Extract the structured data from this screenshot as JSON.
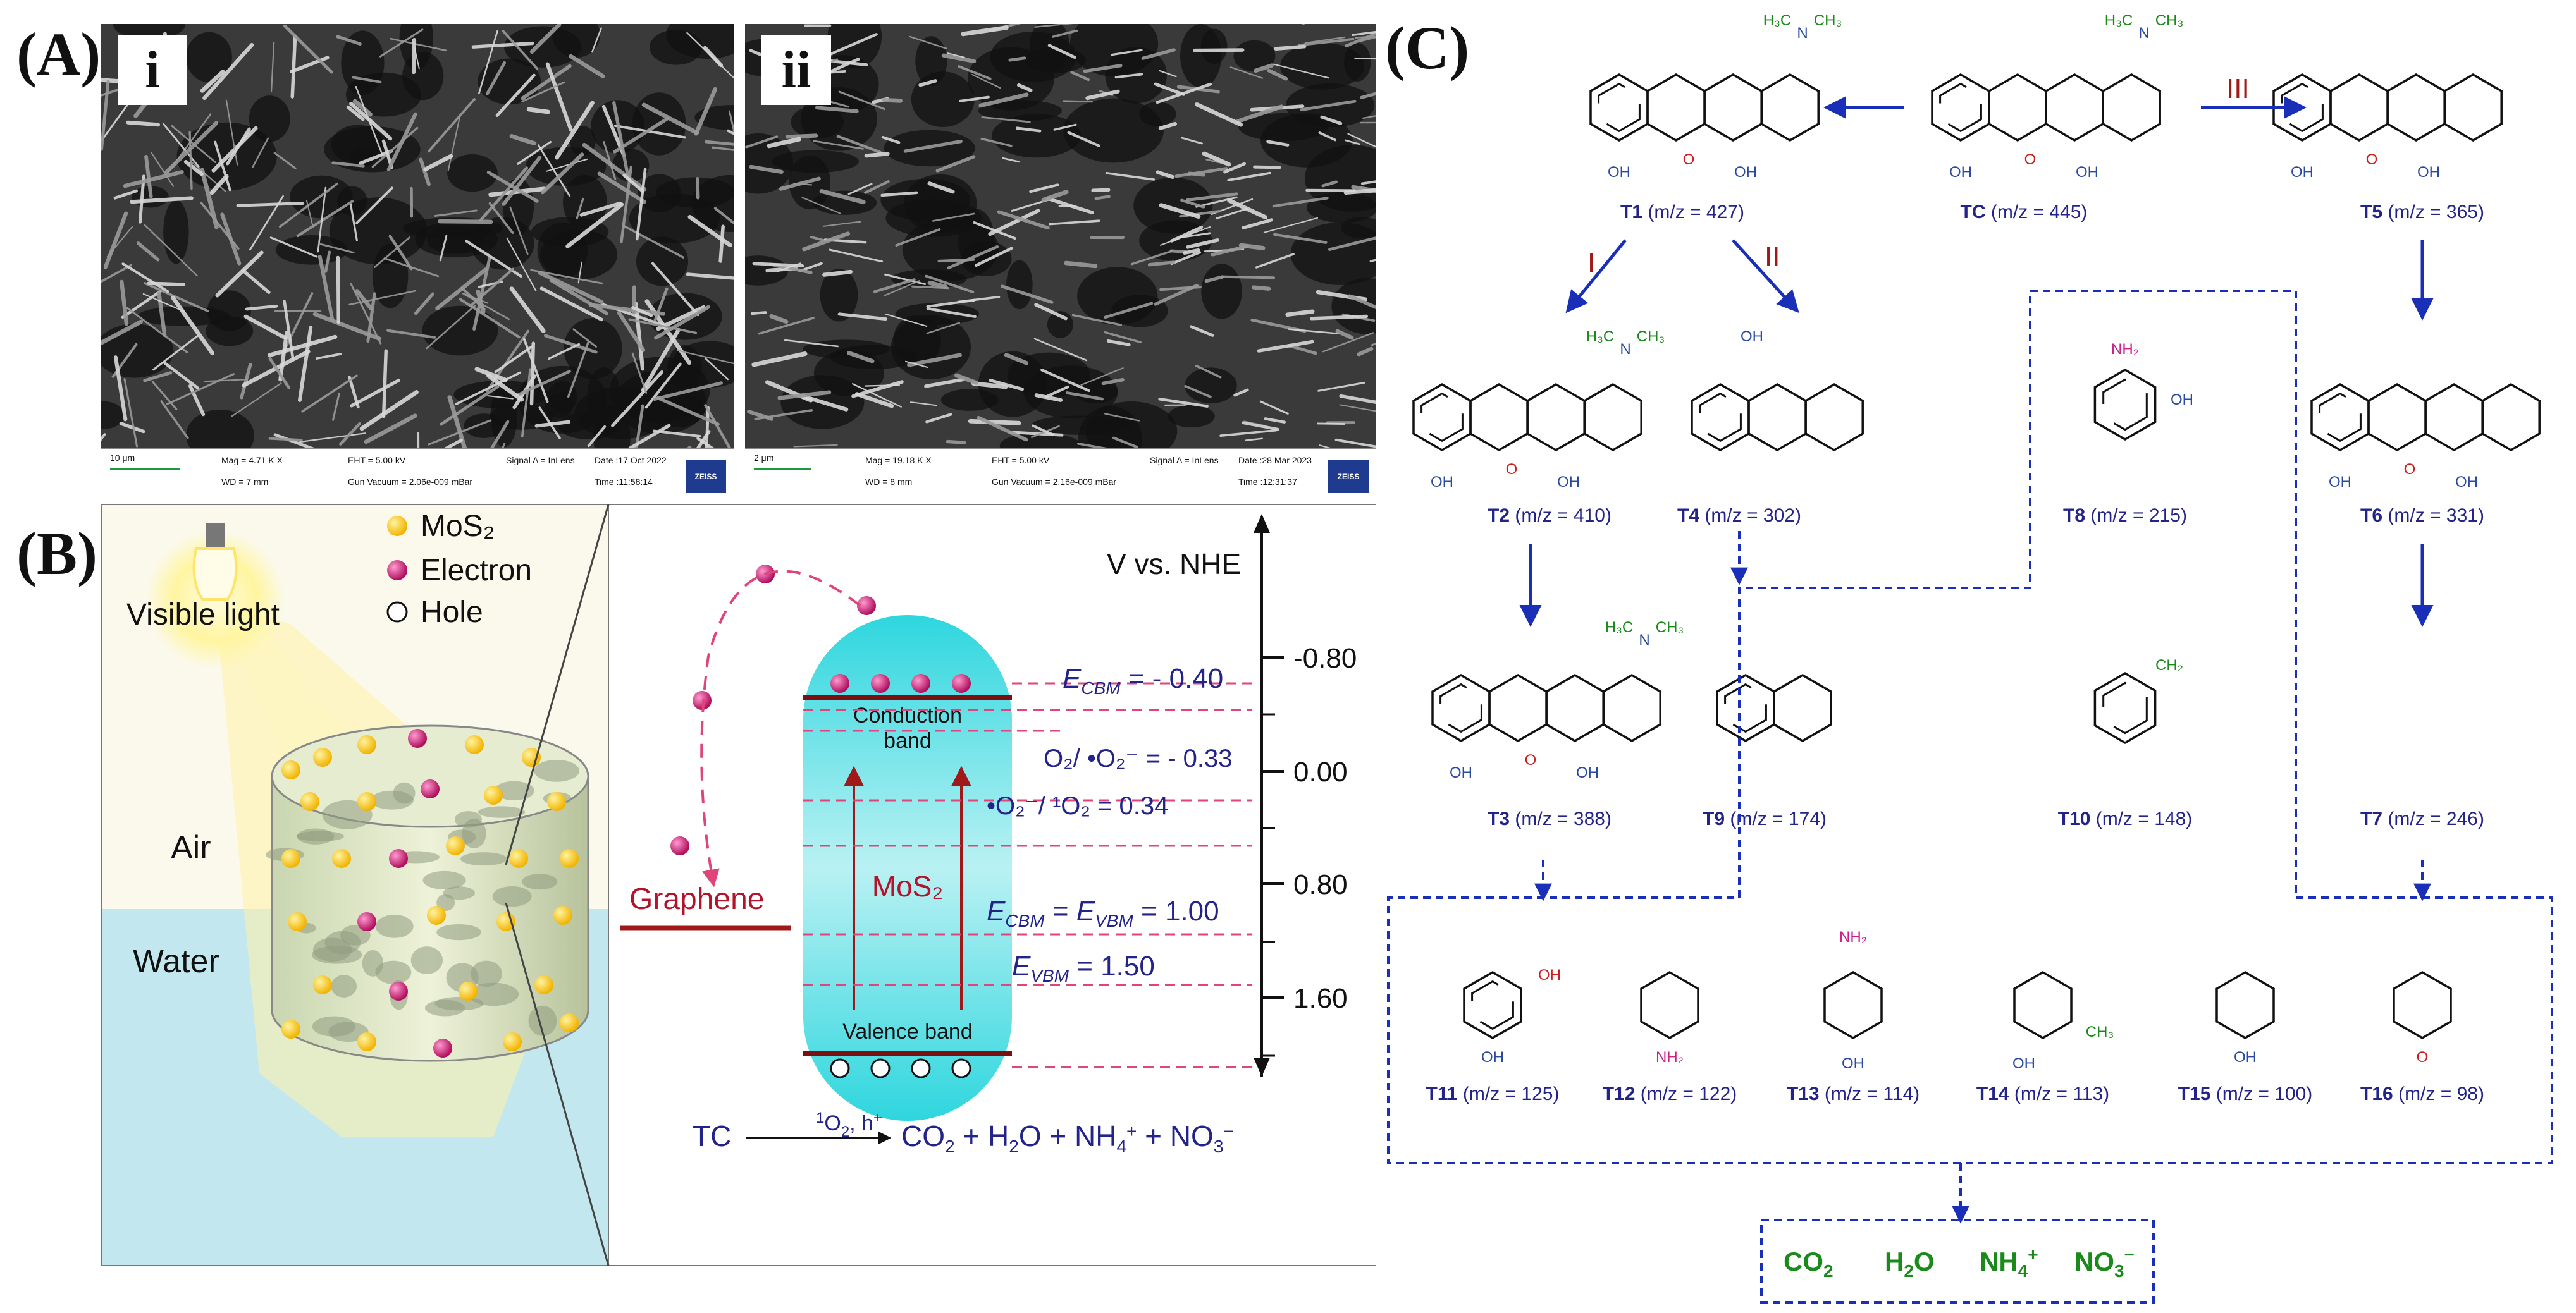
{
  "labels": {
    "a": "(A)",
    "b": "(B)",
    "c": "(C)"
  },
  "sem": [
    {
      "corner": "i",
      "scale": "10 μm",
      "mag": "Mag =   4.71 K X",
      "eht": "EHT =  5.00 kV",
      "wd": "WD =     7 mm",
      "signal": "Signal A = InLens",
      "gun": "Gun Vacuum = 2.06e-009 mBar",
      "date": "Date :17 Oct 2022",
      "time": "Time :11:58:14",
      "logo": "ZEISS"
    },
    {
      "corner": "ii",
      "scale": "2 μm",
      "mag": "Mag =  19.18 K X",
      "eht": "EHT =  5.00 kV",
      "wd": "WD =     8 mm",
      "signal": "Signal A = InLens",
      "gun": "Gun Vacuum = 2.16e-009 mBar",
      "date": "Date :28 Mar 2023",
      "time": "Time :12:31:37",
      "logo": "ZEISS"
    }
  ],
  "legend": {
    "mos2": "MoS₂",
    "electron": "Electron",
    "hole": "Hole",
    "visible_light": "Visible light",
    "air": "Air",
    "water": "Water"
  },
  "band": {
    "axis_title": "V vs. NHE",
    "ticks": [
      "-0.80",
      "0.00",
      "0.80",
      "1.60"
    ],
    "ecbm": "E_CBM = - 0.40",
    "o2": "O₂/ •O₂⁻ = - 0.33",
    "o2_singlet": "•O₂⁻/ ¹O₂ =  0.34",
    "ecbm_evbm": "E_CBM = E_VBM =  1.00",
    "evbm": "E_VBM =  1.50",
    "conduction": "Conduction band",
    "valence": "Valence band",
    "material": "MoS₂",
    "graphene": "Graphene",
    "reaction": "TC  —¹O₂, h⁺→  CO₂ + H₂O + NH₄⁺ + NO₃⁻"
  },
  "pathway": {
    "routes": [
      "I",
      "II",
      "III"
    ],
    "compounds": [
      {
        "id": "T1",
        "mz": "(m/z = 427)"
      },
      {
        "id": "TC",
        "mz": "(m/z = 445)"
      },
      {
        "id": "T5",
        "mz": "(m/z = 365)"
      },
      {
        "id": "T2",
        "mz": "(m/z = 410)"
      },
      {
        "id": "T4",
        "mz": "(m/z = 302)"
      },
      {
        "id": "T8",
        "mz": "(m/z = 215)"
      },
      {
        "id": "T6",
        "mz": "(m/z = 331)"
      },
      {
        "id": "T3",
        "mz": "(m/z = 388)"
      },
      {
        "id": "T9",
        "mz": "(m/z = 174)"
      },
      {
        "id": "T10",
        "mz": "(m/z = 148)"
      },
      {
        "id": "T7",
        "mz": "(m/z = 246)"
      },
      {
        "id": "T11",
        "mz": "(m/z = 125)"
      },
      {
        "id": "T12",
        "mz": "(m/z = 122)"
      },
      {
        "id": "T13",
        "mz": "(m/z = 114)"
      },
      {
        "id": "T14",
        "mz": "(m/z = 113)"
      },
      {
        "id": "T15",
        "mz": "(m/z = 100)"
      },
      {
        "id": "T16",
        "mz": "(m/z = 98)"
      }
    ],
    "products": [
      "CO₂",
      "H₂O",
      "NH₄⁺",
      "NO₃⁻"
    ]
  },
  "colors": {
    "arrow_blue": "#1a2fb8",
    "route_red": "#a01818",
    "dash_pink": "#e0457a",
    "cyan": "#2fd3dc",
    "green": "#1a8a1a",
    "magenta": "#cc1f8a"
  }
}
